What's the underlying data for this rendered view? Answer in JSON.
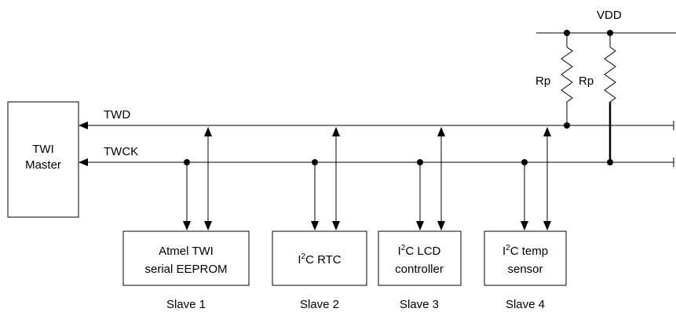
{
  "vdd_label": "VDD",
  "resistors": [
    {
      "label": "Rp"
    },
    {
      "label": "Rp"
    }
  ],
  "lines": {
    "data": "TWD",
    "clock": "TWCK"
  },
  "master": {
    "line1": "TWI",
    "line2": "Master"
  },
  "slaves": [
    {
      "line1": "Atmel TWI",
      "line2": "serial EEPROM",
      "caption": "Slave 1"
    },
    {
      "line1_prefix": "I",
      "line1_sup": "2",
      "line1_suffix": "C RTC",
      "caption": "Slave 2"
    },
    {
      "line1_prefix": "I",
      "line1_sup": "2",
      "line1_suffix": "C LCD",
      "line2": "controller",
      "caption": "Slave 3"
    },
    {
      "line1_prefix": "I",
      "line1_sup": "2",
      "line1_suffix": "C temp",
      "line2": "sensor",
      "caption": "Slave 4"
    }
  ]
}
